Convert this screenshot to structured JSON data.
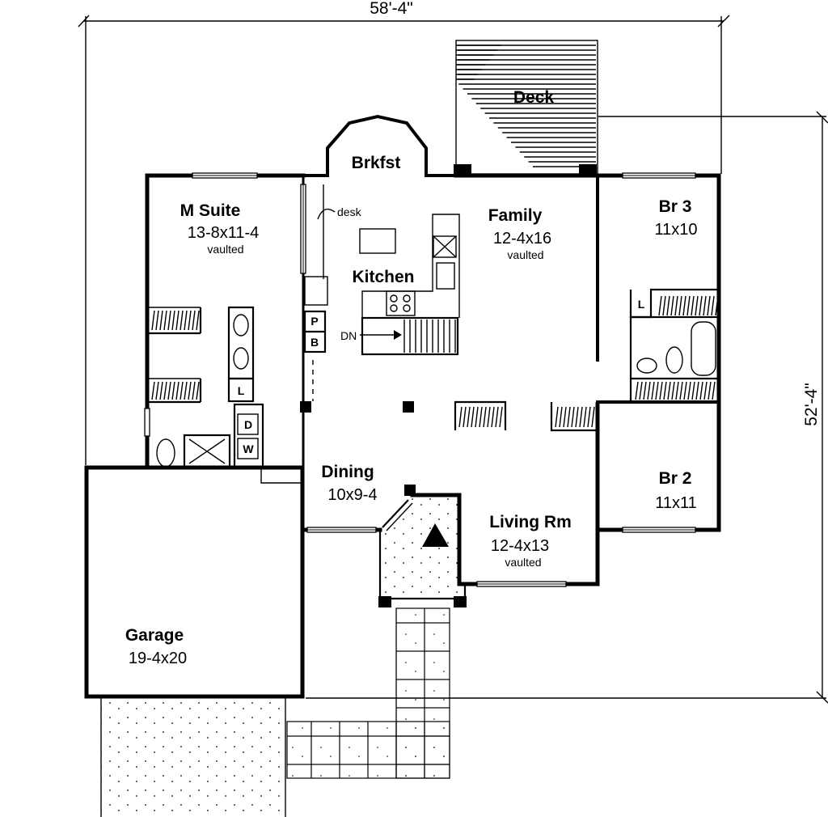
{
  "dimensions": {
    "overall_width": "58'-4\"",
    "overall_depth": "52'-4\""
  },
  "rooms": {
    "deck": {
      "name": "Deck"
    },
    "breakfast": {
      "name": "Brkfst"
    },
    "master_suite": {
      "name": "M Suite",
      "size": "13-8x11-4",
      "note": "vaulted"
    },
    "kitchen": {
      "name": "Kitchen"
    },
    "family": {
      "name": "Family",
      "size": "12-4x16",
      "note": "vaulted"
    },
    "bedroom3": {
      "name": "Br 3",
      "size": "11x10"
    },
    "bedroom2": {
      "name": "Br 2",
      "size": "11x11"
    },
    "dining": {
      "name": "Dining",
      "size": "10x9-4"
    },
    "living": {
      "name": "Living Rm",
      "size": "12-4x13",
      "note": "vaulted"
    },
    "garage": {
      "name": "Garage",
      "size": "19-4x20"
    }
  },
  "callouts": {
    "desk": "desk",
    "stair_down": "DN",
    "pantry": "P",
    "broom": "B",
    "linen_master": "L",
    "linen_hall": "L",
    "dryer": "D",
    "washer": "W"
  }
}
